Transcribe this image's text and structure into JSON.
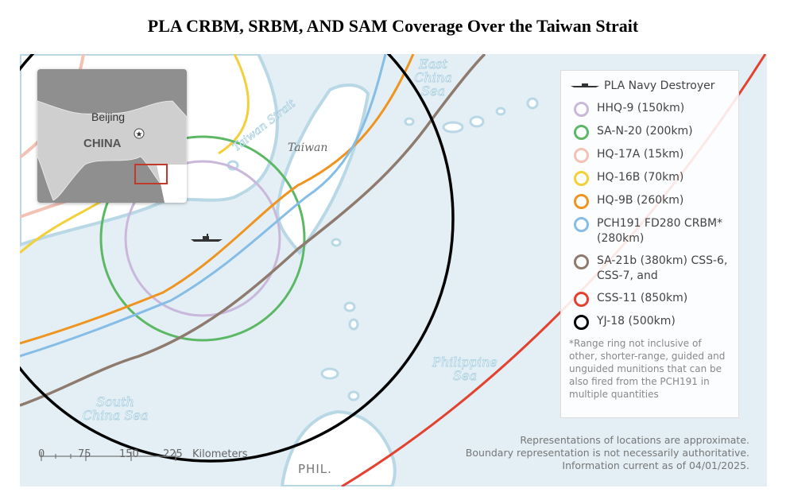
{
  "title": "PLA CRBM, SRBM, AND SAM Coverage Over the Taiwan Strait",
  "map_labels": {
    "taiwan": "Taiwan",
    "taiwan_strait": "Taiwan Strait",
    "east_china_sea": "East China Sea",
    "philippine_sea": "Philippine Sea",
    "south_china_sea": "South China Sea",
    "phil": "PHIL."
  },
  "inset": {
    "beijing": "Beijing",
    "china": "CHINA"
  },
  "legend": {
    "destroyer": "PLA Navy Destroyer",
    "items": [
      {
        "label": "HHQ-9 (150km)",
        "color": "#c9b8dc"
      },
      {
        "label": "SA-N-20 (200km)",
        "color": "#5cb865"
      },
      {
        "label": "HQ-17A (15km)",
        "color": "#f3c2b4"
      },
      {
        "label": "HQ-16B (70km)",
        "color": "#f3cf3a"
      },
      {
        "label": "HQ-9B (260km)",
        "color": "#ee941f"
      },
      {
        "label": "PCH191 FD280 CRBM* (280km)",
        "color": "#86bde6"
      },
      {
        "label": "SA-21b (380km) CSS-6, CSS-7, and",
        "color": "#8f7a6e"
      },
      {
        "label": "CSS-11 (850km)",
        "color": "#e2422f"
      },
      {
        "label": "YJ-18 (500km)",
        "color": "#000000"
      }
    ],
    "note": "*Range ring not inclusive of other, shorter-range, guided and unguided munitions that can be also fired from the PCH191 in multiple quantities"
  },
  "scale": {
    "ticks": [
      "0",
      "75",
      "150",
      "225"
    ],
    "unit": "Kilometers"
  },
  "footer": [
    "Representations of locations are approximate.",
    "Boundary representation is not necessarily authoritative.",
    "Information current as of 04/01/2025."
  ]
}
